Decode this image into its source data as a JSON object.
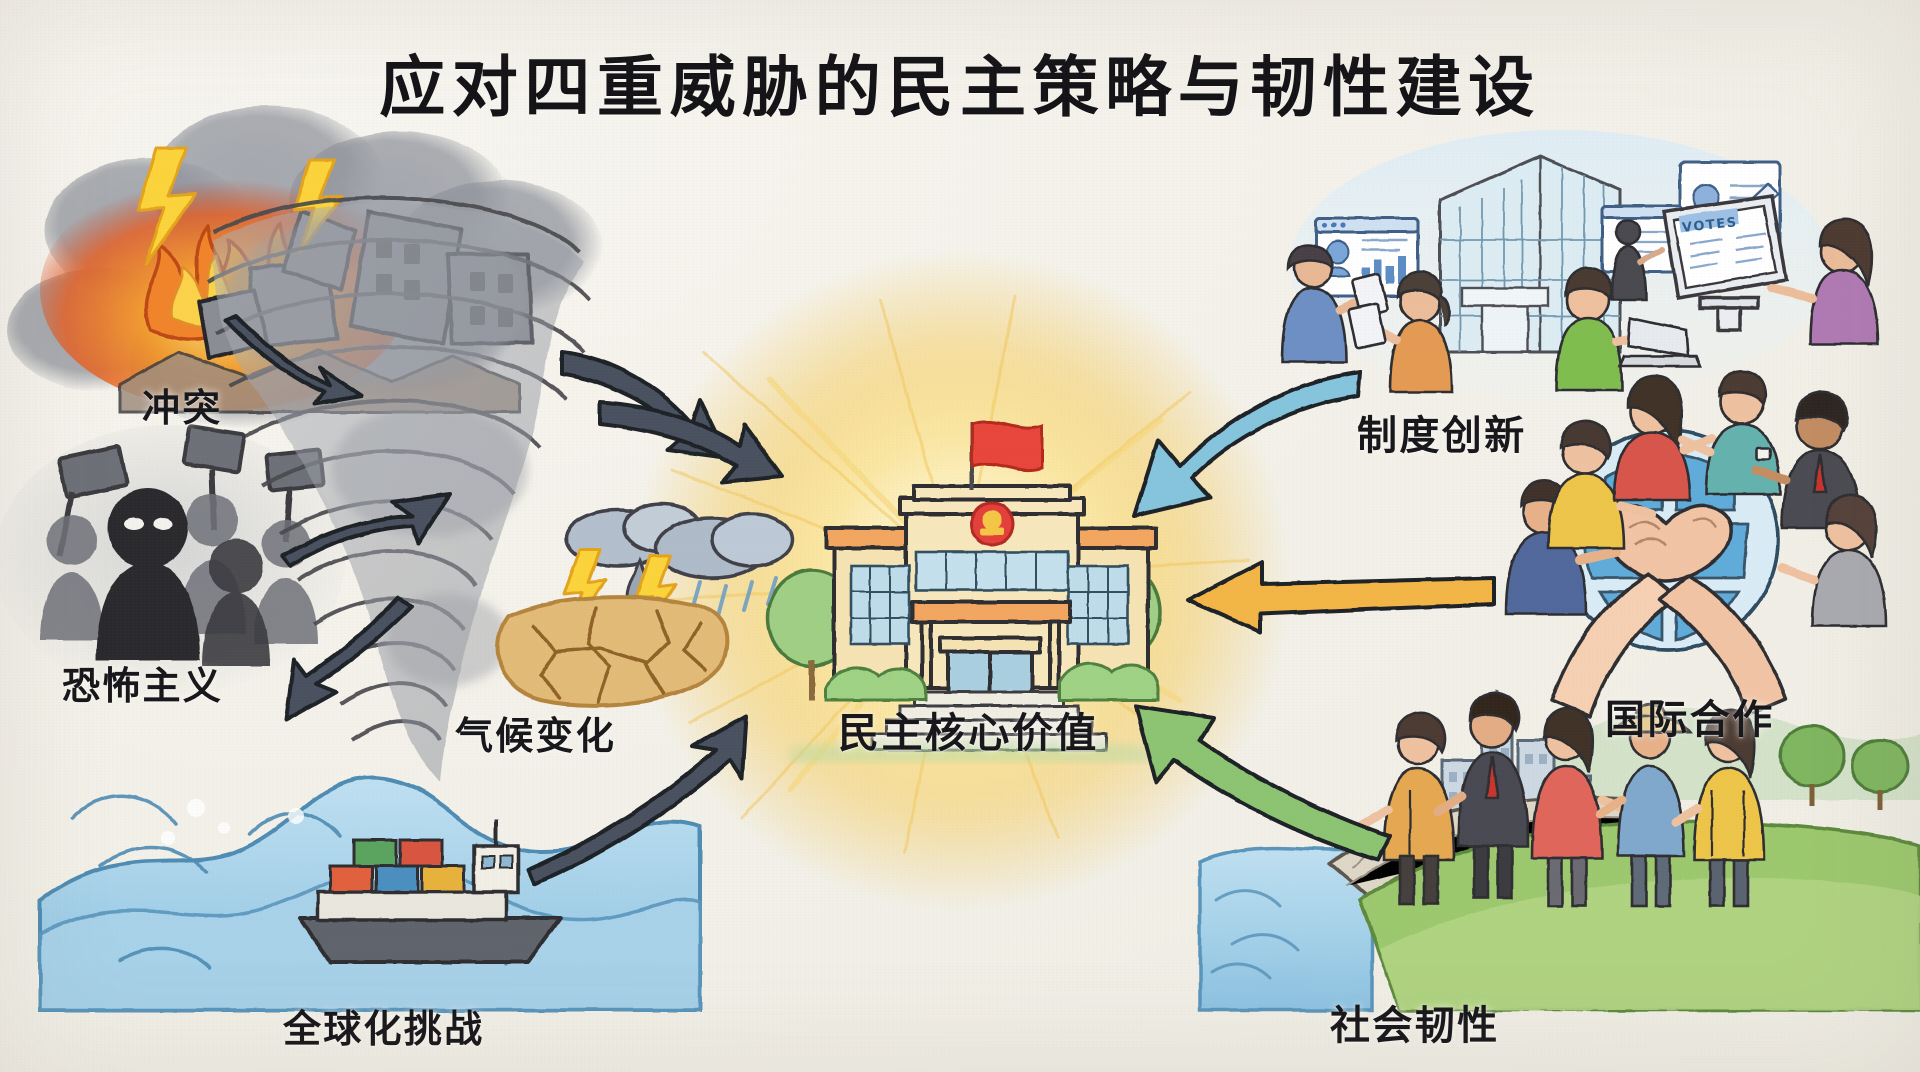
{
  "title": "应对四重威胁的民主策略与韧性建设",
  "center": {
    "label": "民主核心价值",
    "flag_color": "#e8443a",
    "emblem_color": "#d8312a",
    "glow_color": "#f7d97a",
    "building_color": "#f6e3b4"
  },
  "threats": [
    {
      "id": "conflict",
      "label": "冲突",
      "scene": "burning-city-explosion"
    },
    {
      "id": "terrorism",
      "label": "恐怖主义",
      "scene": "masked-crowd-protest"
    },
    {
      "id": "climate",
      "label": "气候变化",
      "scene": "storm-drought-cracked-earth"
    },
    {
      "id": "global",
      "label": "全球化挑战",
      "scene": "cargo-ship-rough-waves"
    }
  ],
  "responses": [
    {
      "id": "institutional",
      "label": "制度创新",
      "scene": "digital-government-e-voting",
      "arrow_color": "#85c4dd"
    },
    {
      "id": "international",
      "label": "国际合作",
      "scene": "globe-clasped-hands-delegates",
      "arrow_color": "#f3b544"
    },
    {
      "id": "resilience",
      "label": "社会韧性",
      "scene": "seawall-community-city",
      "arrow_color": "#8cc472"
    }
  ],
  "kiosk": {
    "votes_label": "VOTES"
  },
  "arrows": {
    "threat_color": "#4a5160",
    "threat_count": 4
  },
  "palette": {
    "paper": "#f2f0e8",
    "ink": "#1d1c20",
    "smoke": "#8d909a",
    "fire_orange": "#f0842a",
    "fire_yellow": "#f8cf3e",
    "water_blue": "#7fb6d8",
    "green": "#8cc472",
    "drought_tan": "#e0b870"
  }
}
